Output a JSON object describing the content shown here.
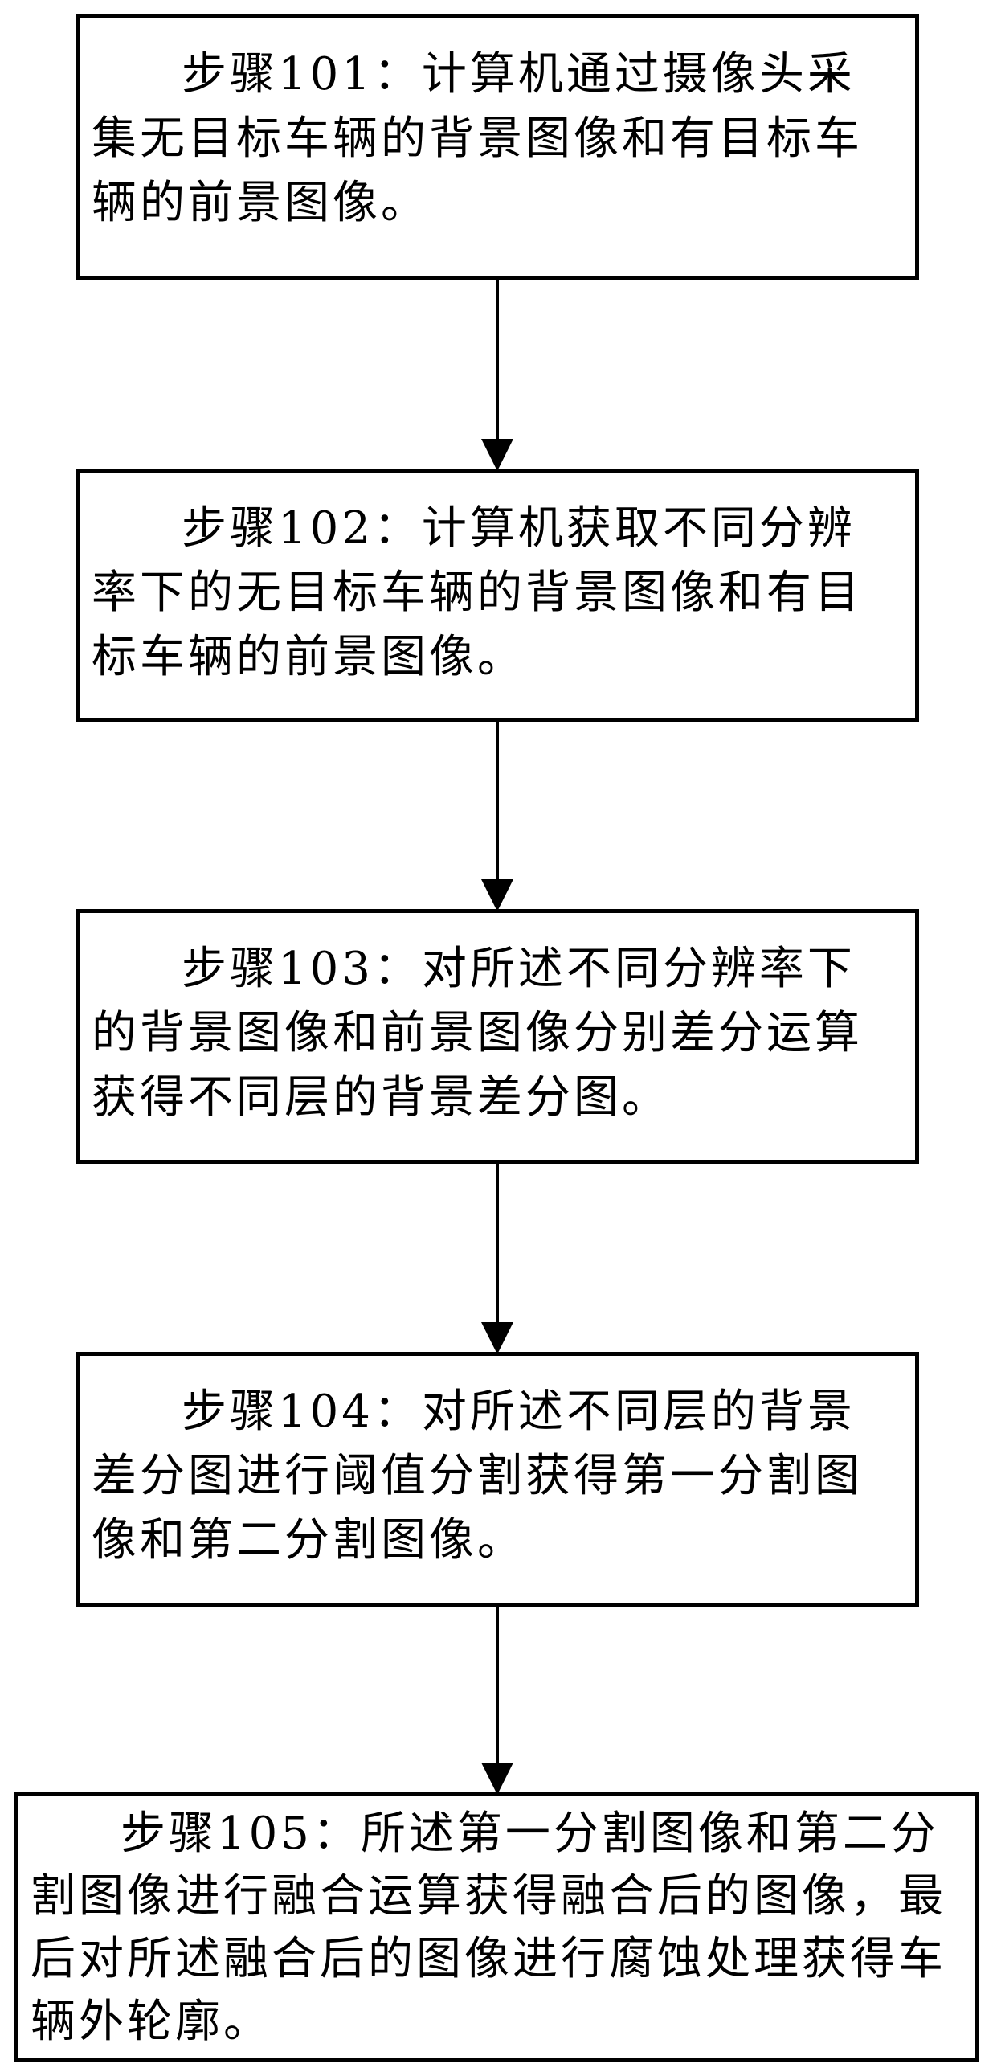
{
  "diagram": {
    "title": "",
    "steps": [
      {
        "id": "101",
        "text": "步骤101：计算机通过摄像头采集无目标车辆的背景图像和有目标车辆的前景图像。"
      },
      {
        "id": "102",
        "text": "步骤102：计算机获取不同分辨率下的无目标车辆的背景图像和有目标车辆的前景图像。"
      },
      {
        "id": "103",
        "text": "步骤103：对所述不同分辨率下的背景图像和前景图像分别差分运算获得不同层的背景差分图。"
      },
      {
        "id": "104",
        "text": "步骤104：对所述不同层的背景差分图进行阈值分割获得第一分割图像和第二分割图像。"
      },
      {
        "id": "105",
        "text": "步骤105：所述第一分割图像和第二分割图像进行融合运算获得融合后的图像，最后对所述融合后的图像进行腐蚀处理获得车辆外轮廓。"
      }
    ],
    "colors": {
      "stroke": "#000000",
      "background": "#ffffff"
    }
  }
}
